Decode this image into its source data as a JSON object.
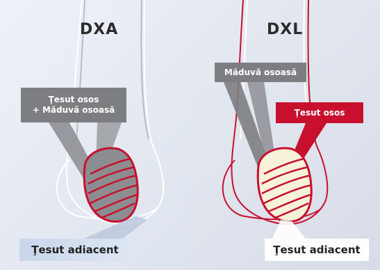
{
  "panels": {
    "left": {
      "title": "DXA",
      "label": "Ţesut osos\n+ Măduvă osoasă",
      "label_line1": "Ţesut osos",
      "label_line2": "+ Măduvă osoasă",
      "tag": "Ţesut adiacent"
    },
    "right": {
      "title": "DXL",
      "label_marrow": "Măduvă osoasă",
      "label_bone": "Ţesut osos",
      "tag": "Ţesut adiacent"
    }
  },
  "colors": {
    "accent_red": "#c8102e",
    "label_gray": "#7d7e82",
    "bone_fill_dxl": "#f8f2d8",
    "bone_fill_dxa": "#8c8d91"
  }
}
